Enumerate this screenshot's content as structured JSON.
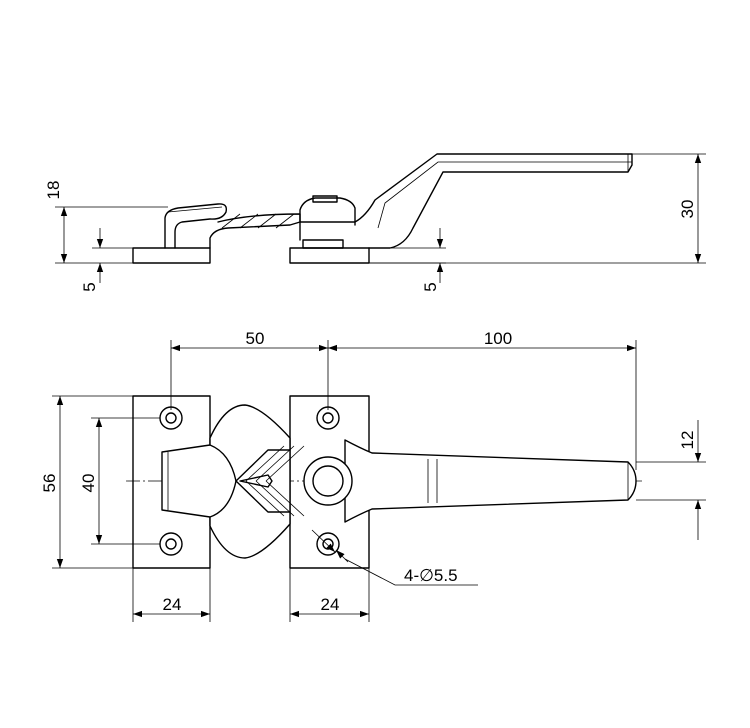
{
  "drawing": {
    "side_view": {
      "dim_18": "18",
      "dim_30": "30",
      "dim_5_left": "5",
      "dim_5_right": "5"
    },
    "top_view": {
      "dim_50": "50",
      "dim_100": "100",
      "dim_12": "12",
      "dim_56": "56",
      "dim_40": "40",
      "dim_24_left": "24",
      "dim_24_right": "24",
      "hole_callout": "4-∅5.5"
    }
  }
}
